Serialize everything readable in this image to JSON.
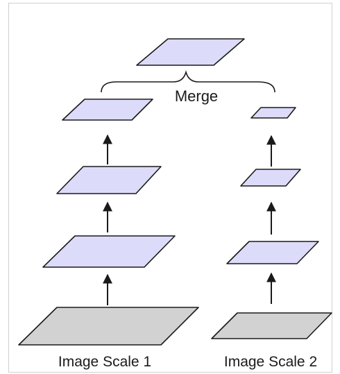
{
  "diagram": {
    "merge_label": "Merge",
    "branches": [
      {
        "label": "Image Scale 1"
      },
      {
        "label": "Image Scale 2"
      }
    ]
  },
  "colors": {
    "feature_fill": "#dcdcfa",
    "input_fill": "#d2d2d2",
    "stroke": "#1a1a1a",
    "frame": "#cfcfcf",
    "background": "#ffffff"
  }
}
